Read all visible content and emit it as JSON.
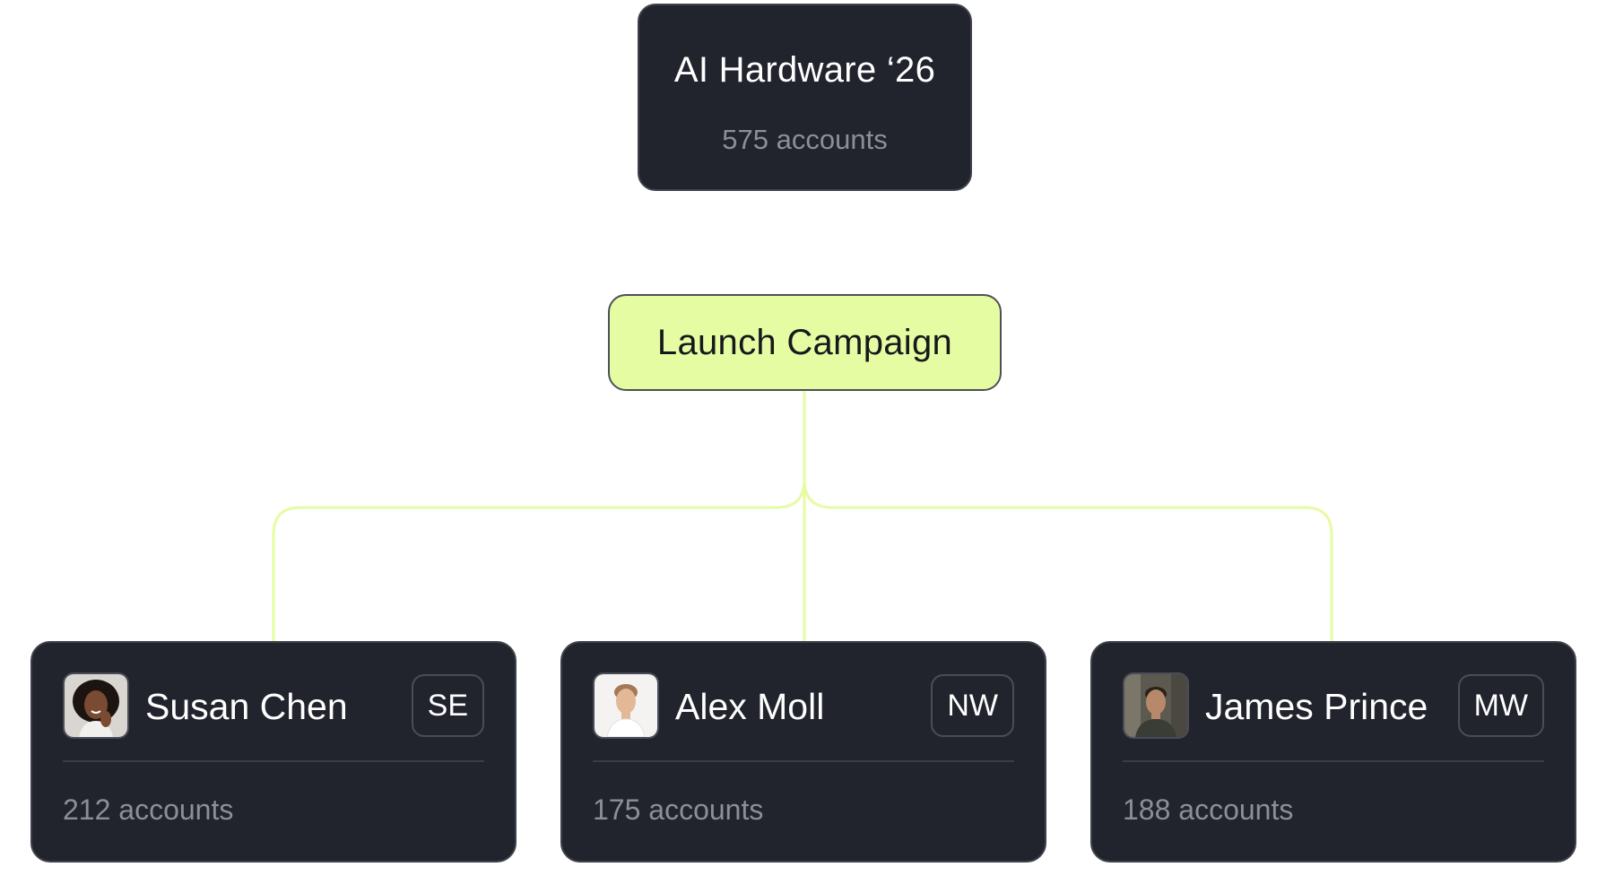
{
  "root": {
    "title": "AI Hardware ‘26",
    "accounts": "575 accounts"
  },
  "campaign": {
    "label": "Launch Campaign"
  },
  "reps": [
    {
      "name": "Susan Chen",
      "region": "SE",
      "accounts": "212 accounts"
    },
    {
      "name": "Alex Moll",
      "region": "NW",
      "accounts": "175 accounts"
    },
    {
      "name": "James Prince",
      "region": "MW",
      "accounts": "188 accounts"
    }
  ],
  "colors": {
    "card_bg": "#21232d",
    "card_border": "#3f424c",
    "accent": "#e6fca3",
    "connector": "#e6fca3",
    "muted_text": "#8c8f98"
  }
}
